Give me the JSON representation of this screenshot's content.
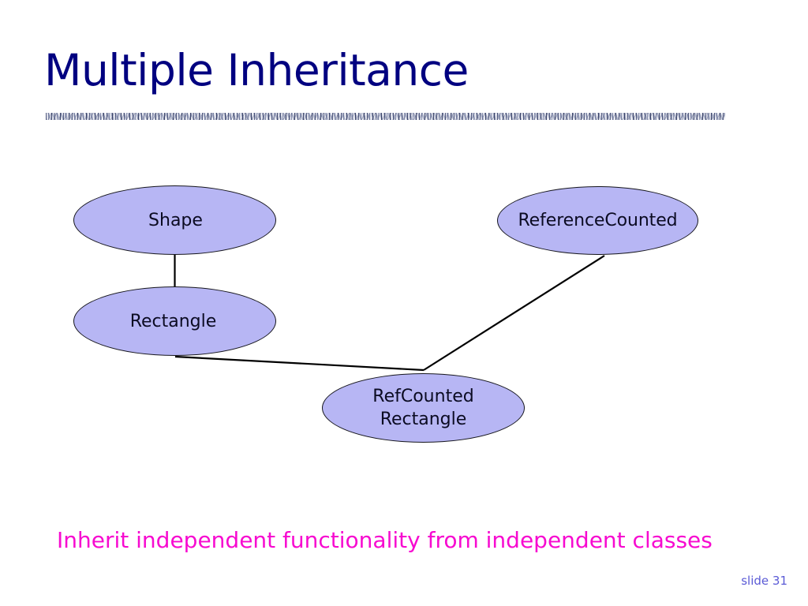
{
  "slide": {
    "title": "Multiple Inheritance",
    "title_color": "#000080",
    "background_color": "#ffffff",
    "divider": "textured-rule",
    "caption": "Inherit independent functionality from independent classes",
    "caption_color": "#f70ad0",
    "slide_number_label": "slide 31",
    "slide_number_color": "#5b5bd6"
  },
  "diagram": {
    "node_fill": "#b7b6f4",
    "node_border": "#16161d",
    "node_text_color": "#0b0b22",
    "edge_color": "#000000",
    "nodes": [
      {
        "id": "shape",
        "lines": [
          "Shape"
        ]
      },
      {
        "id": "refcounted",
        "lines": [
          "ReferenceCounted"
        ]
      },
      {
        "id": "rectangle",
        "lines": [
          "Rectangle"
        ]
      },
      {
        "id": "refrect",
        "lines": [
          "RefCounted",
          "Rectangle"
        ]
      }
    ],
    "edges": [
      {
        "from": "shape",
        "to": "rectangle"
      },
      {
        "from": "rectangle",
        "to": "refrect"
      },
      {
        "from": "refcounted",
        "to": "refrect"
      }
    ]
  }
}
